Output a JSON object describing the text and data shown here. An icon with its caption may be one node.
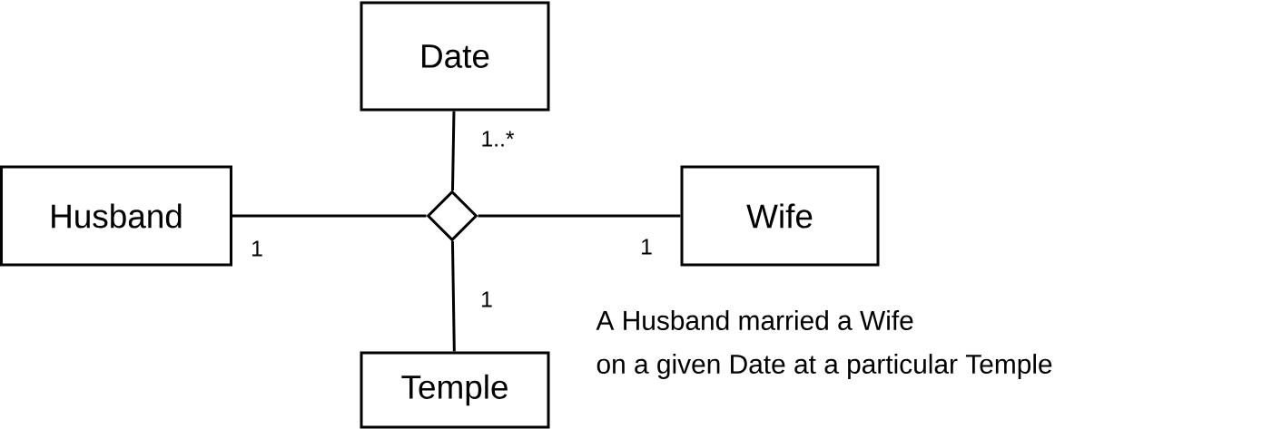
{
  "diagram": {
    "nodes": [
      {
        "text": [
          "Date"
        ]
      },
      {
        "text": [
          "Husband"
        ]
      },
      {
        "text": [],
        "shape": "diamond"
      },
      {
        "text": [
          "Wife"
        ]
      },
      {
        "text": [
          "Temple"
        ]
      }
    ],
    "edges": [
      {
        "from": 0,
        "to": 2,
        "arrow": "none",
        "label": "1..*"
      },
      {
        "from": 1,
        "to": 2,
        "arrow": "none",
        "label": "1"
      },
      {
        "from": 2,
        "to": 3,
        "arrow": "none",
        "label": "1"
      },
      {
        "from": 2,
        "to": 4,
        "arrow": "none",
        "label": "1"
      }
    ],
    "labels": [
      "A Husband married a Wife",
      "on a given Date at a particular Temple"
    ]
  }
}
